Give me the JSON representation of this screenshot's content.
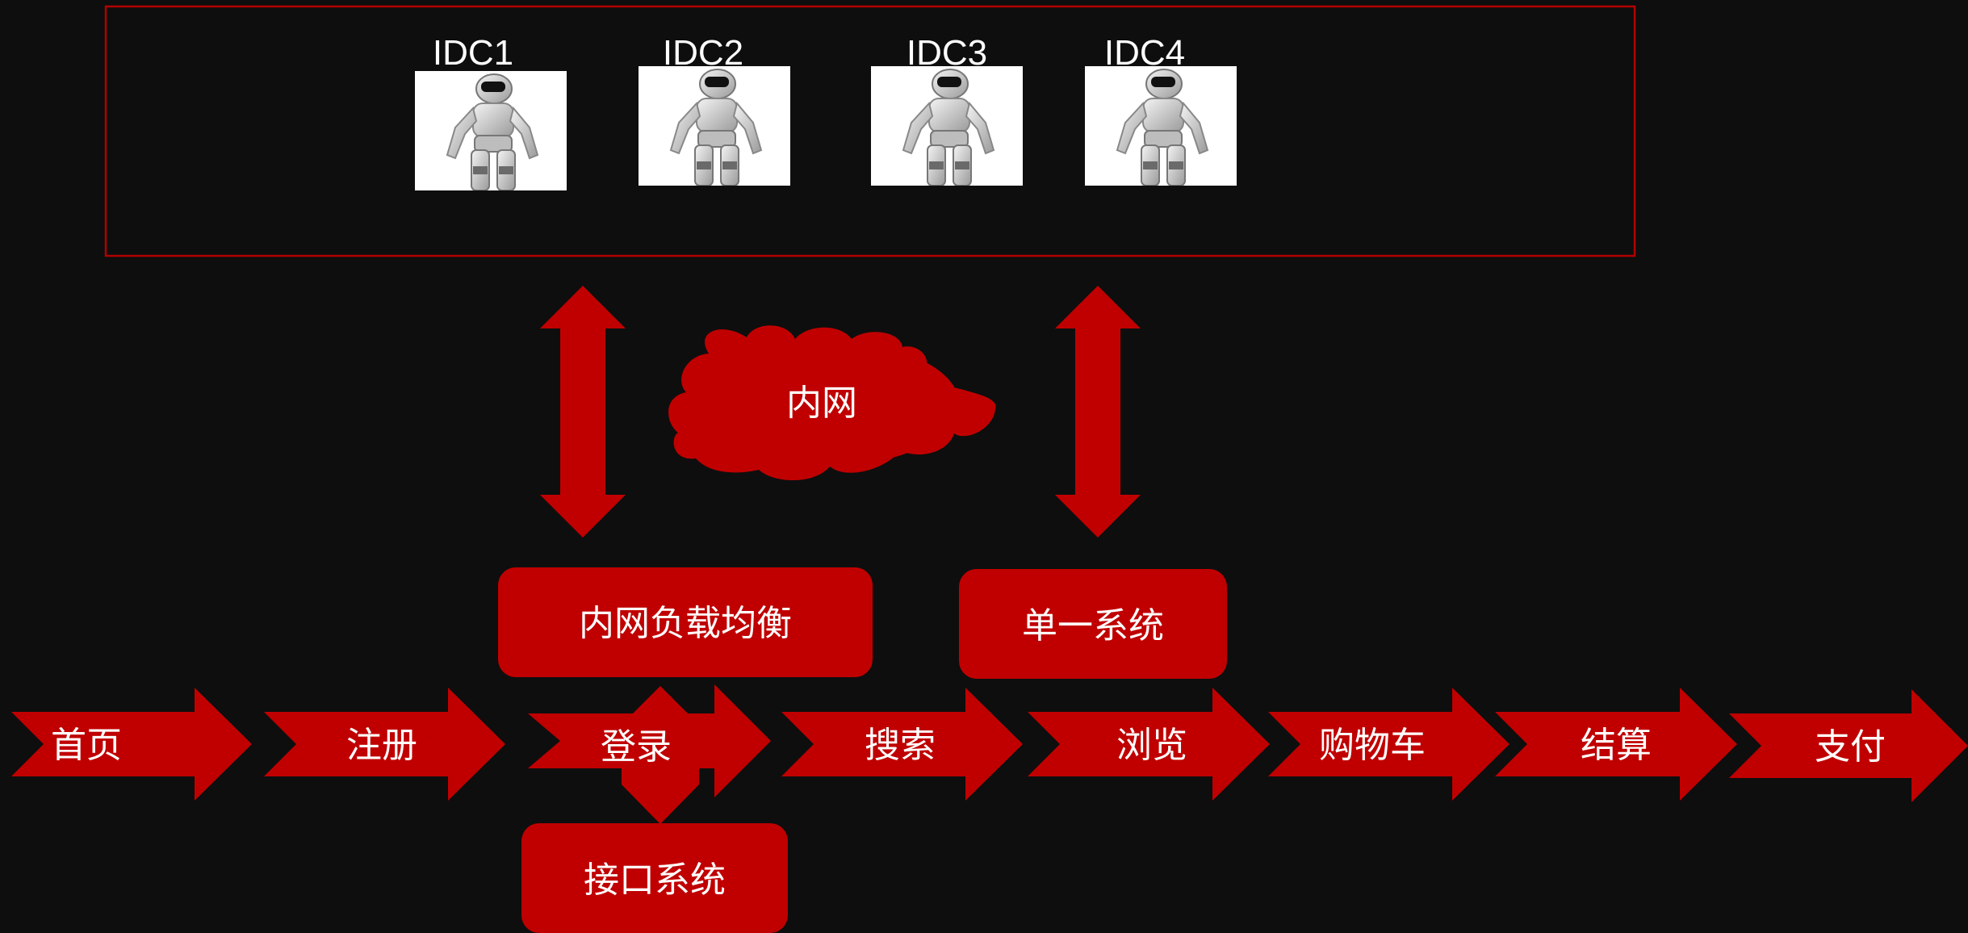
{
  "colors": {
    "background": "#0e0e0e",
    "accent_red": "#c00000",
    "frame_red": "#b00000",
    "text": "#ffffff"
  },
  "idc_group": {
    "idcs": [
      {
        "label": "IDC1",
        "icon": "robot-icon"
      },
      {
        "label": "IDC2",
        "icon": "robot-icon"
      },
      {
        "label": "IDC3",
        "icon": "robot-icon"
      },
      {
        "label": "IDC4",
        "icon": "robot-icon"
      }
    ]
  },
  "cloud": {
    "label": "内网"
  },
  "boxes": {
    "load_balancer": "内网负载均衡",
    "single_system": "单一系统",
    "interface_system": "接口系统"
  },
  "flow_steps": [
    "首页",
    "注册",
    "登录",
    "搜索",
    "浏览",
    "购物车",
    "结算",
    "支付"
  ]
}
